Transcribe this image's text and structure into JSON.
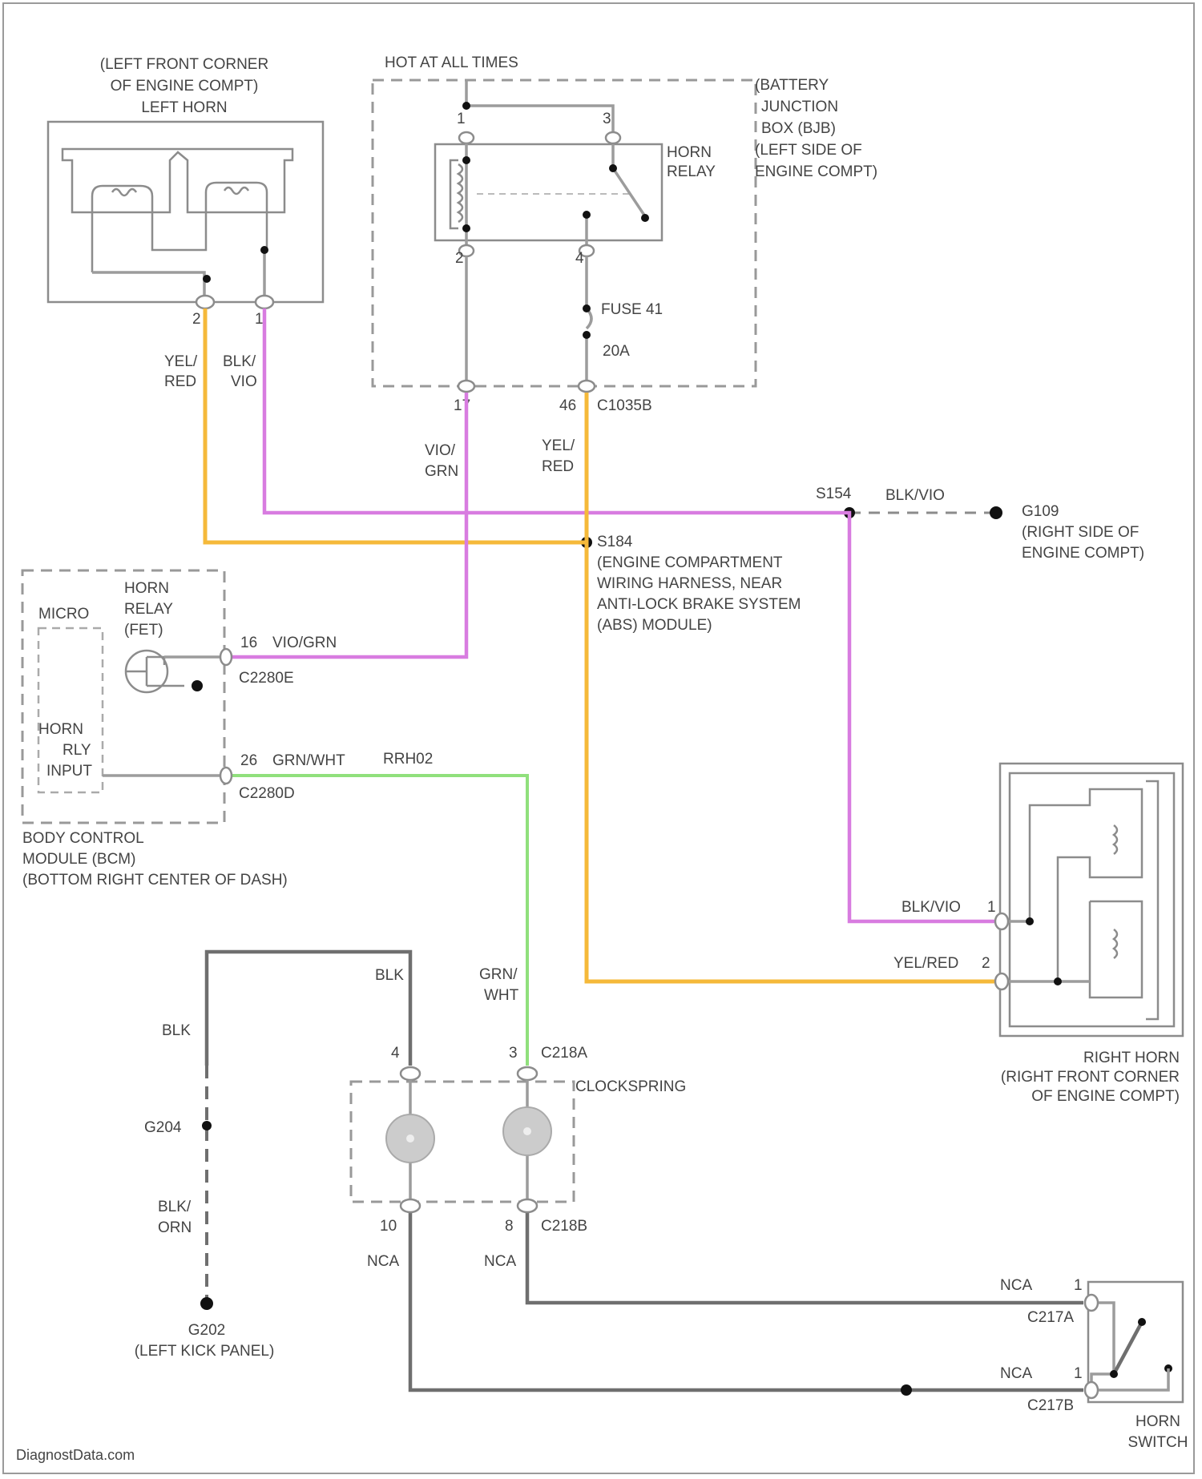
{
  "left_horn": {
    "location": [
      "(LEFT FRONT CORNER",
      "OF ENGINE COMPT)",
      "LEFT HORN"
    ],
    "pin_2": "2",
    "pin_1": "1",
    "wire_a": [
      "YEL/",
      "RED"
    ],
    "wire_b": [
      "BLK/",
      "VIO"
    ]
  },
  "bjb": {
    "hot_label": "HOT AT ALL TIMES",
    "name": [
      "(BATTERY",
      "JUNCTION",
      "BOX (BJB)",
      "(LEFT SIDE OF",
      "ENGINE COMPT)"
    ],
    "relay": [
      "HORN",
      "RELAY"
    ],
    "pin_1": "1",
    "pin_3": "3",
    "pin_2": "2",
    "pin_4": "4",
    "fuse": "FUSE 41",
    "fuse_rating": "20A",
    "conn_pin_17": "17",
    "conn_pin_46": "46",
    "conn": "C1035B",
    "wire_vio": [
      "VIO/",
      "GRN"
    ],
    "wire_yel": [
      "YEL/",
      "RED"
    ]
  },
  "splices": {
    "s154": "S154",
    "s154_wire": "BLK/VIO",
    "g109": "G109",
    "g109_loc": [
      "(RIGHT SIDE OF",
      "ENGINE COMPT)"
    ],
    "s184": "S184",
    "s184_loc": [
      "(ENGINE COMPARTMENT",
      "WIRING HARNESS, NEAR",
      "ANTI-LOCK BRAKE SYSTEM",
      "(ABS) MODULE)"
    ]
  },
  "bcm": {
    "micro": "MICRO",
    "relay": [
      "HORN",
      "RELAY",
      "(FET)"
    ],
    "input": [
      "HORN",
      "RLY",
      "INPUT"
    ],
    "pin_16": "16",
    "wire_16": "VIO/GRN",
    "conn_16": "C2280E",
    "pin_26": "26",
    "wire_26": "GRN/WHT",
    "note_26": "RRH02",
    "conn_26": "C2280D",
    "name": [
      "BODY CONTROL",
      "MODULE (BCM)",
      "(BOTTOM RIGHT CENTER OF DASH)"
    ]
  },
  "right_horn": {
    "wire_1": "BLK/VIO",
    "pin_1": "1",
    "wire_2": "YEL/RED",
    "pin_2": "2",
    "name": [
      "RIGHT HORN",
      "(RIGHT FRONT CORNER",
      "OF ENGINE COMPT)"
    ]
  },
  "clockspring": {
    "name": "CLOCKSPRING",
    "conn_top": "C218A",
    "conn_bot": "C218B",
    "pin_4": "4",
    "pin_3": "3",
    "pin_10": "10",
    "pin_8": "8",
    "wire_blk": "BLK",
    "wire_grn": [
      "GRN/",
      "WHT"
    ],
    "wire_nca_a": "NCA",
    "wire_nca_b": "NCA"
  },
  "ground": {
    "wire_blk": "BLK",
    "splice": "G204",
    "wire_blkorn": [
      "BLK/",
      "ORN"
    ],
    "g202": "G202",
    "g202_loc": "(LEFT KICK PANEL)"
  },
  "horn_switch": {
    "wire_a": "NCA",
    "pin_a": "1",
    "conn_a": "C217A",
    "wire_b": "NCA",
    "pin_b": "1",
    "conn_b": "C217B",
    "name": [
      "HORN",
      "SWITCH"
    ]
  },
  "watermark": "DiagnostData.com",
  "colors": {
    "pink_wire": "#d87ce0",
    "yellow_wire": "#f5b93a",
    "green_wire": "#90e07c",
    "gray_wire": "#9c9c9c",
    "dark_wire": "#6f6f6f"
  }
}
